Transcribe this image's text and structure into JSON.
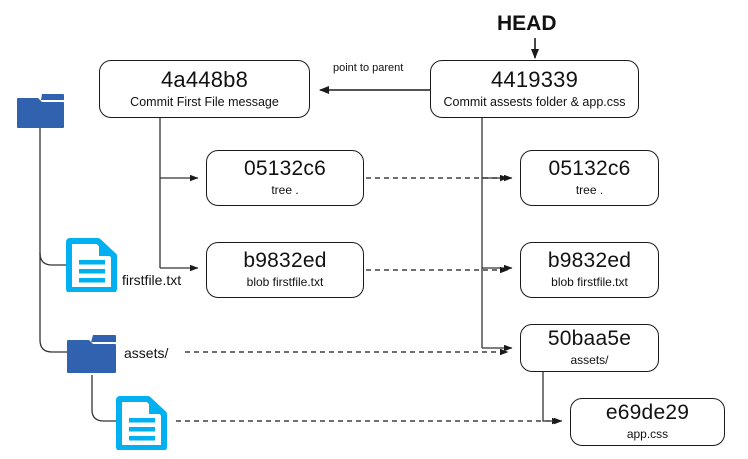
{
  "diagram": {
    "title_label": "HEAD",
    "edge_labels": {
      "point_to_parent": "point to parent"
    },
    "colors": {
      "folder": "#3062B0",
      "file": "#00B0F0",
      "line": "#333333",
      "node_border": "#1a1a1a",
      "text": "#111111"
    },
    "nodes": [
      {
        "id": "commit-4a448b8",
        "hash": "4a448b8",
        "sub": "Commit First File message"
      },
      {
        "id": "commit-4419339",
        "hash": "4419339",
        "sub": "Commit assests folder & app.css"
      },
      {
        "id": "tree-05132c6-left",
        "hash": "05132c6",
        "sub": "tree  ."
      },
      {
        "id": "blob-b9832ed-left",
        "hash": "b9832ed",
        "sub": "blob firstfile.txt"
      },
      {
        "id": "tree-05132c6-right",
        "hash": "05132c6",
        "sub": "tree  ."
      },
      {
        "id": "blob-b9832ed-right",
        "hash": "b9832ed",
        "sub": "blob firstfile.txt"
      },
      {
        "id": "tree-50baa5e",
        "hash": "50baa5e",
        "sub": "assets/"
      },
      {
        "id": "blob-e69de29",
        "hash": "e69de29",
        "sub": "app.css"
      }
    ],
    "worktree": [
      {
        "id": "root-folder",
        "type": "folder",
        "label": ""
      },
      {
        "id": "firstfile",
        "type": "file",
        "label": "firstfile.txt"
      },
      {
        "id": "assets-folder",
        "type": "folder",
        "label": "assets/"
      },
      {
        "id": "appcss-file",
        "type": "file",
        "label": ""
      }
    ]
  }
}
